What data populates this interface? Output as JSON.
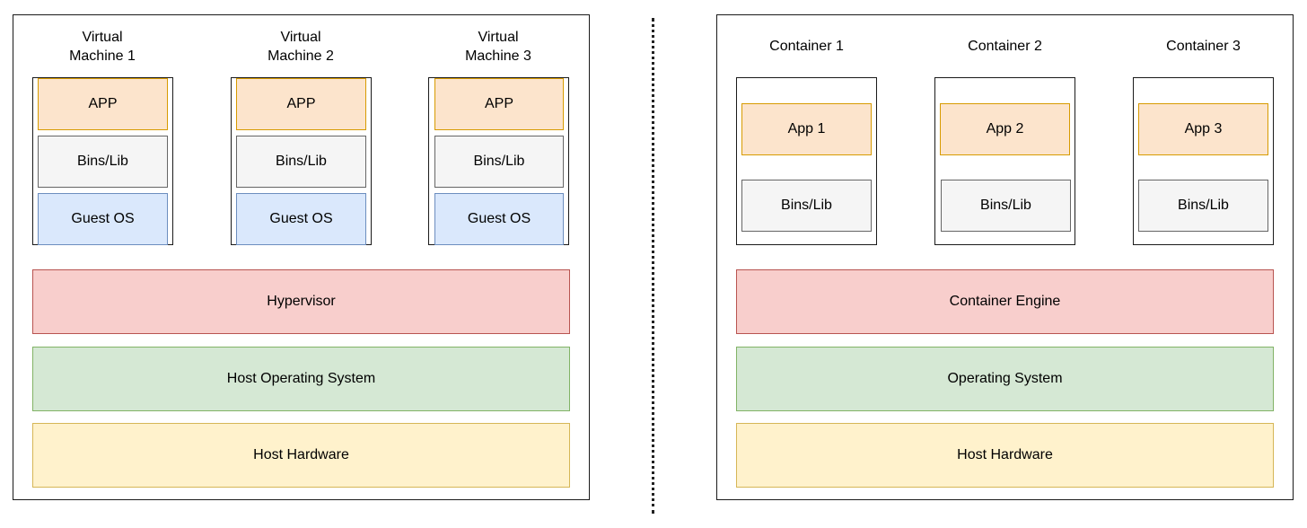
{
  "vm_side": {
    "machines": [
      {
        "title": "Virtual\nMachine 1",
        "app": "APP",
        "bins": "Bins/Lib",
        "guest_os": "Guest OS"
      },
      {
        "title": "Virtual\nMachine 2",
        "app": "APP",
        "bins": "Bins/Lib",
        "guest_os": "Guest OS"
      },
      {
        "title": "Virtual\nMachine 3",
        "app": "APP",
        "bins": "Bins/Lib",
        "guest_os": "Guest OS"
      }
    ],
    "hypervisor": "Hypervisor",
    "host_os": "Host Operating System",
    "host_hardware": "Host Hardware"
  },
  "container_side": {
    "containers": [
      {
        "title": "Container 1",
        "app": "App 1",
        "bins": "Bins/Lib"
      },
      {
        "title": "Container 2",
        "app": "App 2",
        "bins": "Bins/Lib"
      },
      {
        "title": "Container 3",
        "app": "App 3",
        "bins": "Bins/Lib"
      }
    ],
    "engine": "Container Engine",
    "os": "Operating System",
    "host_hardware": "Host Hardware"
  },
  "colors": {
    "app_fill": "#fce4cc",
    "app_stroke": "#d79b00",
    "bins_fill": "#f5f5f5",
    "bins_stroke": "#666666",
    "guest_os_fill": "#dae8fc",
    "guest_os_stroke": "#6c8ebf",
    "engine_fill": "#f8cecc",
    "engine_stroke": "#b85450",
    "os_fill": "#d5e8d4",
    "os_stroke": "#82b366",
    "hardware_fill": "#fff2cc",
    "hardware_stroke": "#d6b656"
  }
}
